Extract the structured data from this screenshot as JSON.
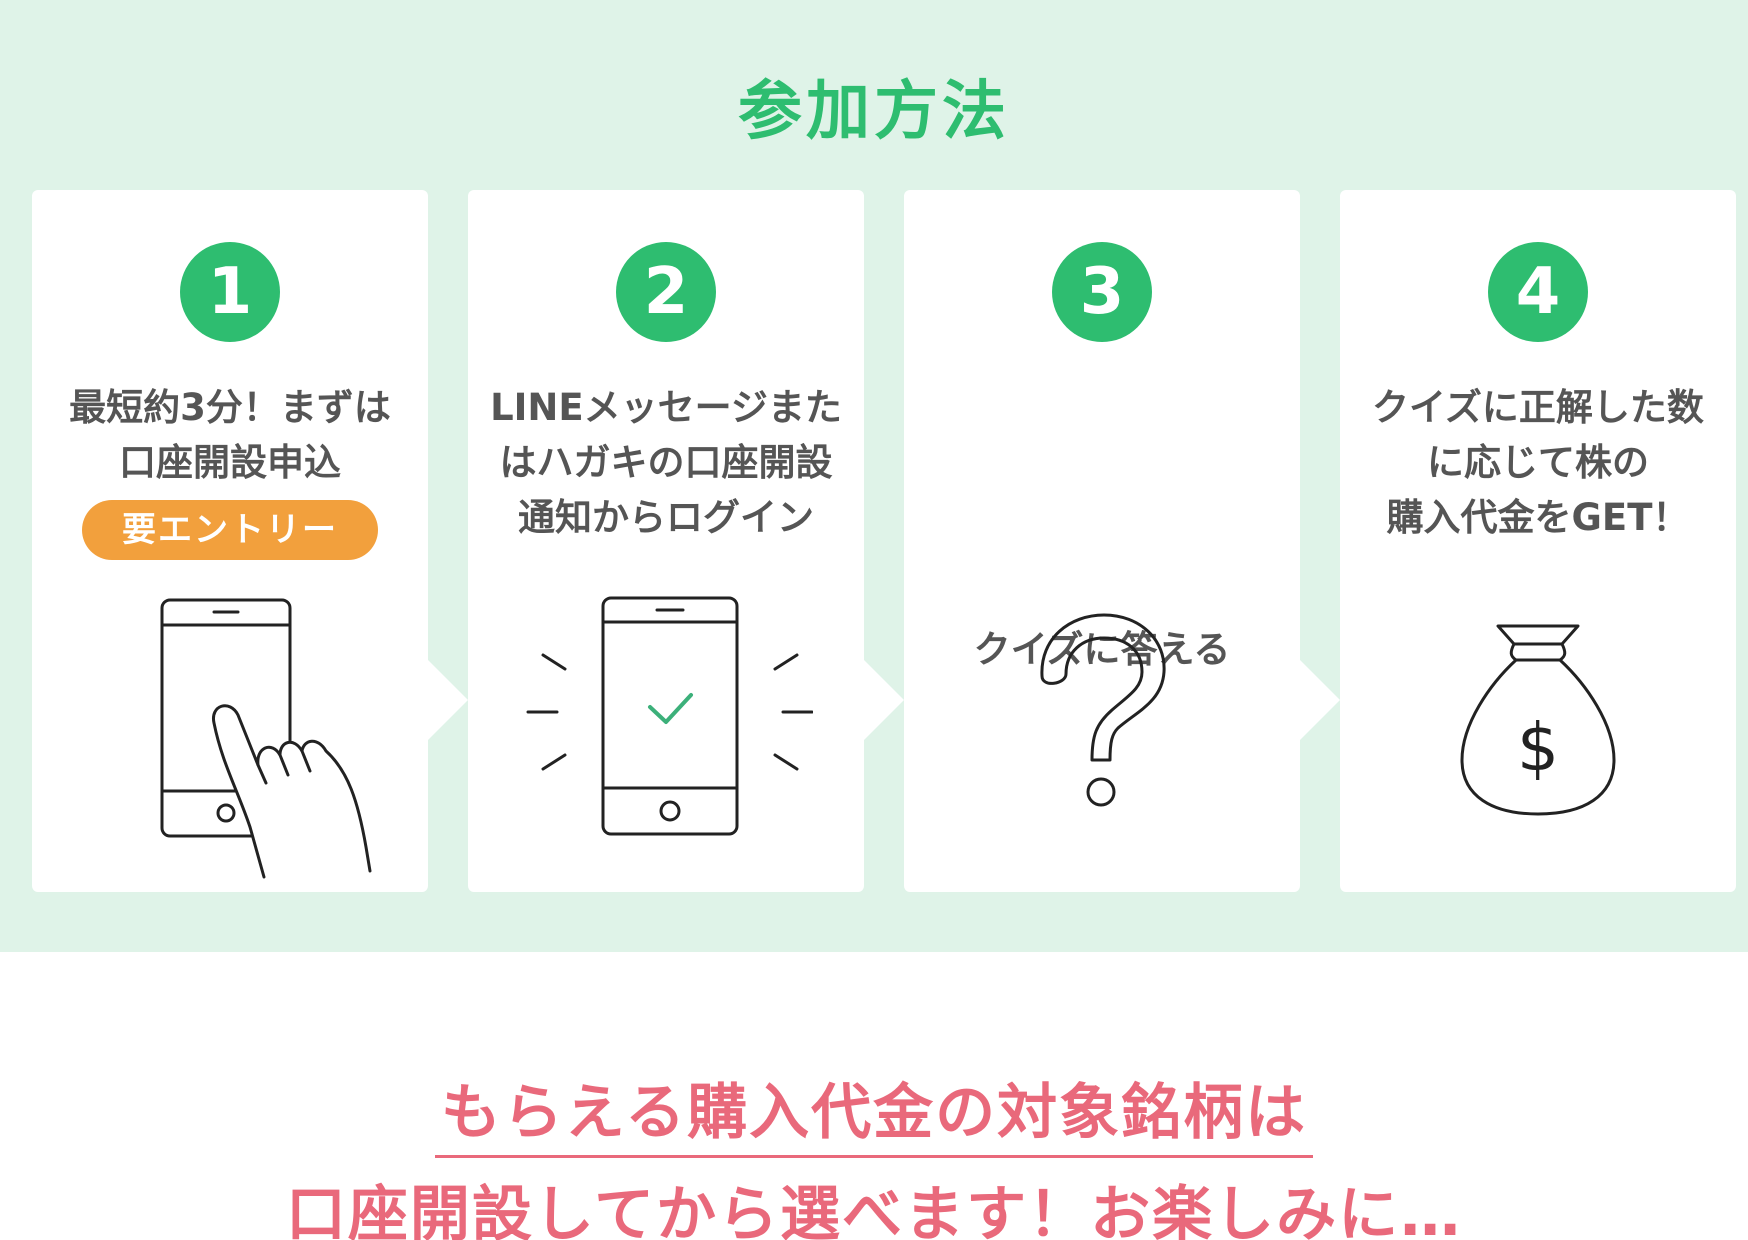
{
  "section": {
    "title": "参加方法"
  },
  "steps": [
    {
      "number": "1",
      "lines": [
        "最短約3分！まずは",
        "口座開設申込"
      ],
      "badge": "要エントリー",
      "icon": "phone-tap-icon"
    },
    {
      "number": "2",
      "lines": [
        "LINEメッセージまた",
        "はハガキの口座開設",
        "通知からログイン"
      ],
      "icon": "phone-check-icon"
    },
    {
      "number": "3",
      "lines": [
        "クイズに答える"
      ],
      "icon": "question-mark-icon"
    },
    {
      "number": "4",
      "lines": [
        "クイズに正解した数",
        "に応じて株の",
        "購入代金をGET！"
      ],
      "icon": "money-bag-icon"
    }
  ],
  "footer": {
    "line1": "もらえる購入代金の対象銘柄は",
    "line2": "口座開設してから選べます！お楽しみに…"
  },
  "colors": {
    "accent_green": "#2ebd70",
    "section_bg": "#dff3e8",
    "pill_orange": "#f2a03d",
    "footer_pink": "#e9697b",
    "check_green": "#3cb07a"
  }
}
